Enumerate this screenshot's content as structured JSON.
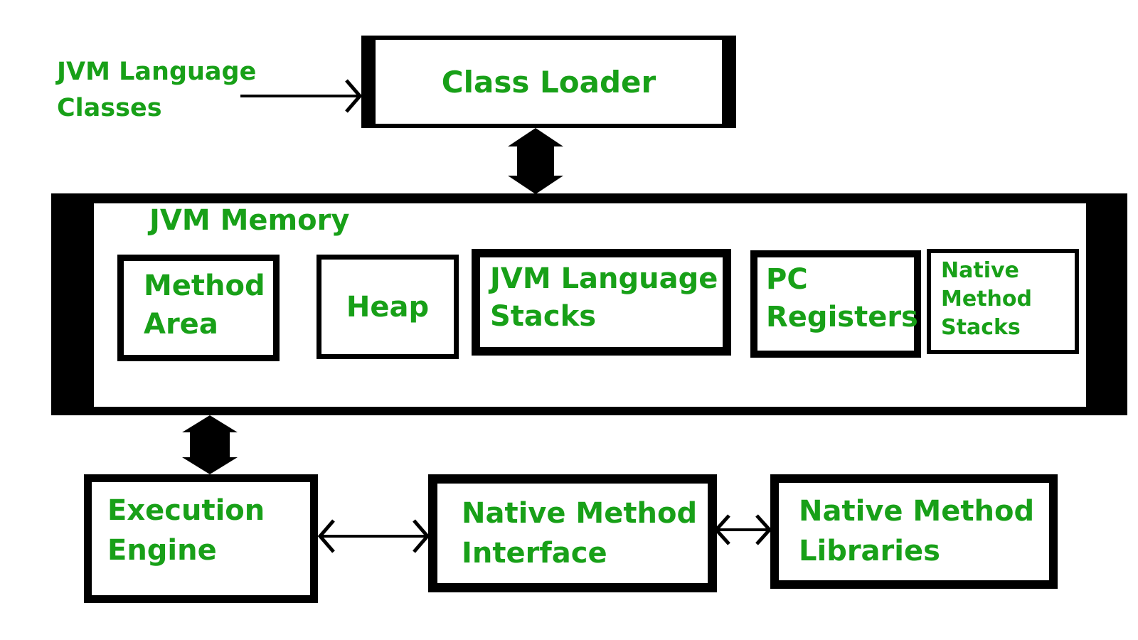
{
  "colors": {
    "text_green": "#18A018",
    "line_black": "#000000",
    "background": "#FFFFFF"
  },
  "input_label": {
    "line1": "JVM Language",
    "line2": "Classes"
  },
  "class_loader": {
    "label": "Class Loader"
  },
  "jvm_memory": {
    "title": "JVM Memory",
    "method_area": {
      "line1": "Method",
      "line2": "Area"
    },
    "heap": {
      "label": "Heap"
    },
    "jvm_language_stacks": {
      "line1": "JVM Language",
      "line2": "Stacks"
    },
    "pc_registers": {
      "line1": "PC",
      "line2": "Registers"
    },
    "native_method_stacks": {
      "line1": "Native",
      "line2": "Method",
      "line3": "Stacks"
    }
  },
  "execution_engine": {
    "line1": "Execution",
    "line2": "Engine"
  },
  "native_method_interface": {
    "line1": "Native Method",
    "line2": "Interface"
  },
  "native_method_libraries": {
    "line1": "Native Method",
    "line2": "Libraries"
  },
  "arrows": {
    "input_to_class_loader": "right-arrow",
    "class_loader_to_memory": "vertical-double-block-arrow",
    "memory_to_execution_engine": "vertical-double-block-arrow",
    "engine_to_interface": "horizontal-double-arrow",
    "interface_to_libraries": "horizontal-double-arrow"
  }
}
